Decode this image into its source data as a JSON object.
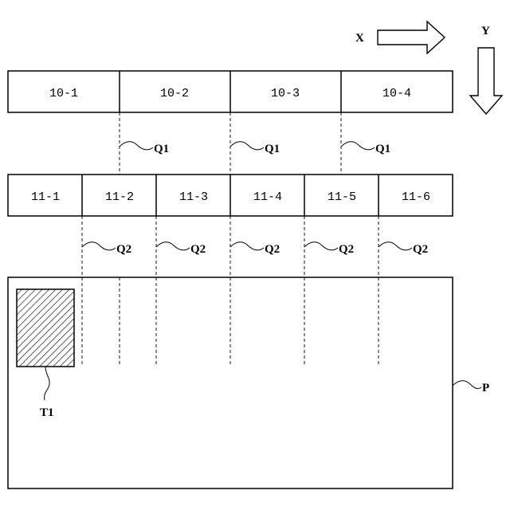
{
  "axes": {
    "x_label": "X",
    "y_label": "Y"
  },
  "row1": {
    "cells": [
      "10-1",
      "10-2",
      "10-3",
      "10-4"
    ]
  },
  "row2": {
    "cells": [
      "11-1",
      "11-2",
      "11-3",
      "11-4",
      "11-5",
      "11-6"
    ]
  },
  "gap_labels": {
    "q1": "Q1",
    "q2": "Q2"
  },
  "sheet": {
    "label": "P",
    "region_label": "T1"
  }
}
